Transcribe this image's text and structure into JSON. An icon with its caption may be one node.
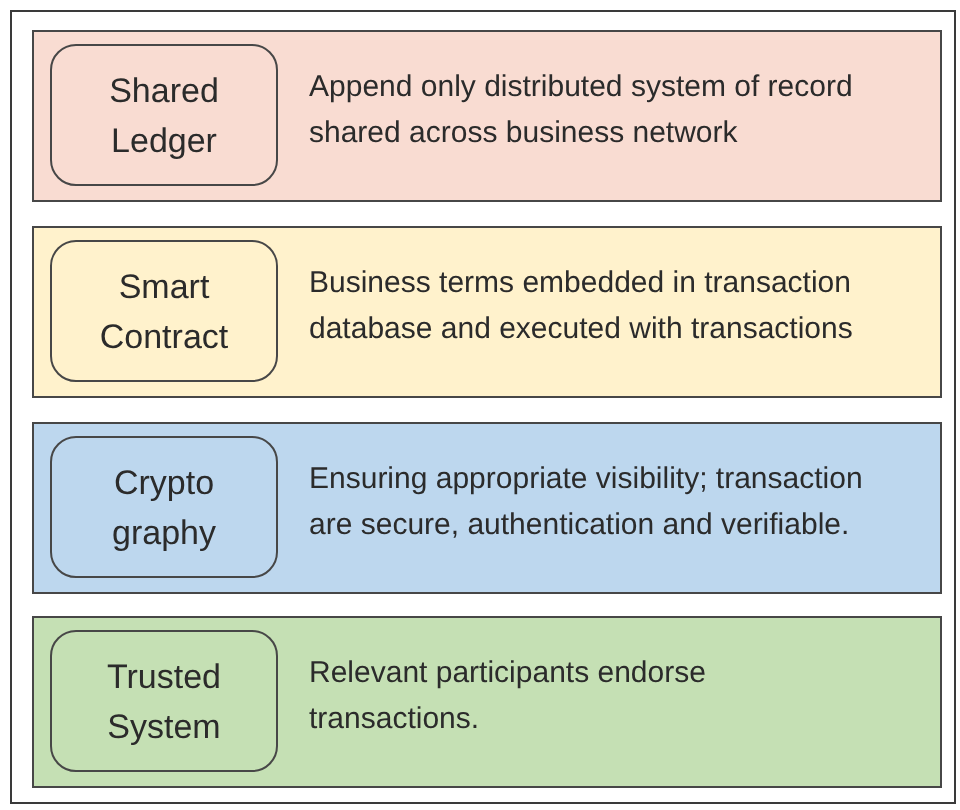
{
  "diagram": {
    "nodes": [
      {
        "text": [
          "Append only distributed system of record shared across business network"
        ]
      },
      {
        "text": [
          "Shared Ledger"
        ],
        "in": 0
      },
      {
        "text": [
          "Business terms embedded in transaction database and executed with transactions"
        ]
      },
      {
        "text": [
          "Smart Contract"
        ],
        "in": 2
      },
      {
        "text": [
          "Ensuring appropriate visibility; transaction are secure, authentication and verifiable."
        ]
      },
      {
        "text": [
          "Crypto graphy"
        ],
        "in": 4
      },
      {
        "text": [
          "Relevant participants endorse transactions."
        ]
      },
      {
        "text": [
          "Trusted System"
        ],
        "in": 6
      }
    ]
  }
}
